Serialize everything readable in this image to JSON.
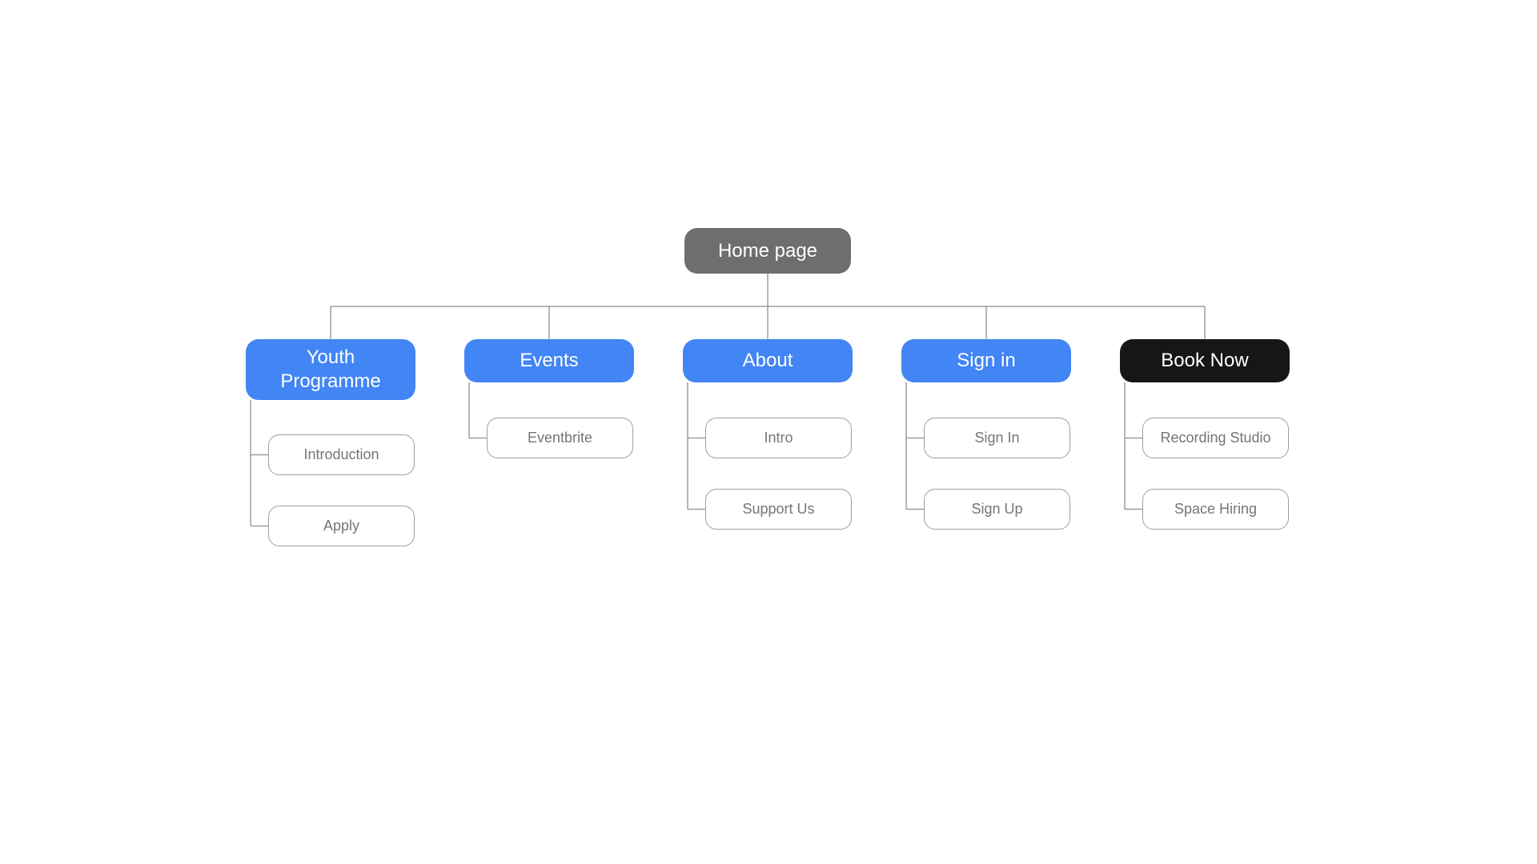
{
  "colors": {
    "canvas_bg": "#ffffff",
    "root_fill": "#6e6e6e",
    "section_fill": "#4285f4",
    "book_now_fill": "#161616",
    "node_text": "#ffffff",
    "child_border": "#9e9e9e",
    "child_text": "#757575",
    "connector": "#9e9e9e"
  },
  "root": {
    "label": "Home page"
  },
  "sections": [
    {
      "label": "Youth Programme",
      "variant": "blue",
      "children": [
        {
          "label": "Introduction"
        },
        {
          "label": "Apply"
        }
      ]
    },
    {
      "label": "Events",
      "variant": "blue",
      "children": [
        {
          "label": "Eventbrite"
        }
      ]
    },
    {
      "label": "About",
      "variant": "blue",
      "children": [
        {
          "label": "Intro"
        },
        {
          "label": "Support Us"
        }
      ]
    },
    {
      "label": "Sign in",
      "variant": "blue",
      "children": [
        {
          "label": "Sign In"
        },
        {
          "label": "Sign Up"
        }
      ]
    },
    {
      "label": "Book Now",
      "variant": "black",
      "children": [
        {
          "label": "Recording Studio"
        },
        {
          "label": "Space Hiring"
        }
      ]
    }
  ]
}
